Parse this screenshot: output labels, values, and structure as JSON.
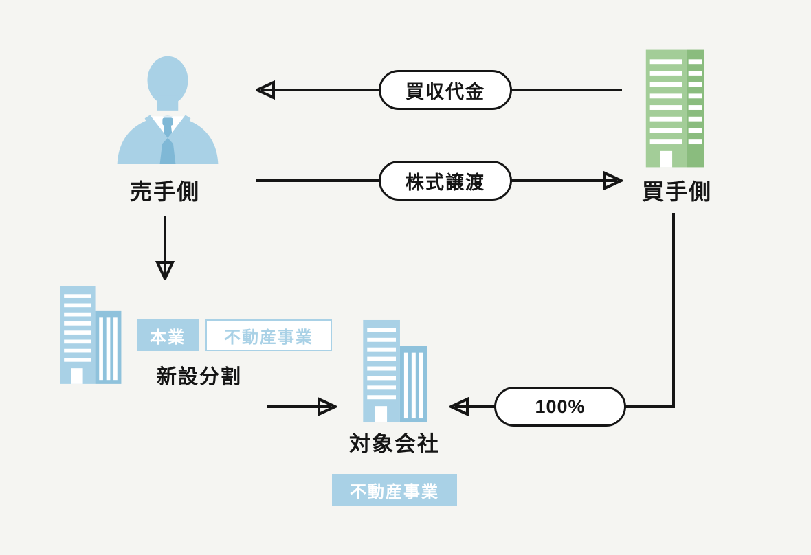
{
  "nodes": {
    "seller": {
      "label": "売手側",
      "icon": "person-icon"
    },
    "buyer": {
      "label": "買手側",
      "icon": "building-icon-green"
    },
    "split_company": {
      "icon": "building-icon-blue",
      "core_badge": "本業",
      "real_estate_badge": "不動産事業",
      "label": "新設分割"
    },
    "target_company": {
      "icon": "building-icon-blue",
      "label": "対象会社",
      "badge": "不動産事業"
    }
  },
  "arrows": {
    "payment": {
      "label": "買収代金",
      "direction": "buyer-to-seller"
    },
    "share_transfer": {
      "label": "株式譲渡",
      "direction": "seller-to-buyer"
    },
    "split_down": {
      "direction": "seller-to-split-company"
    },
    "split_right": {
      "direction": "split-company-to-target"
    },
    "ownership": {
      "label": "100%",
      "direction": "buyer-to-target"
    }
  },
  "colors": {
    "bg": "#f5f5f2",
    "ink": "#151515",
    "blue": "#a9d1e6",
    "blue_shade": "#8fc2dc",
    "blue_tie": "#7fb8d6",
    "green": "#a3cd98",
    "green_shade": "#8abc7e",
    "white": "#ffffff"
  }
}
